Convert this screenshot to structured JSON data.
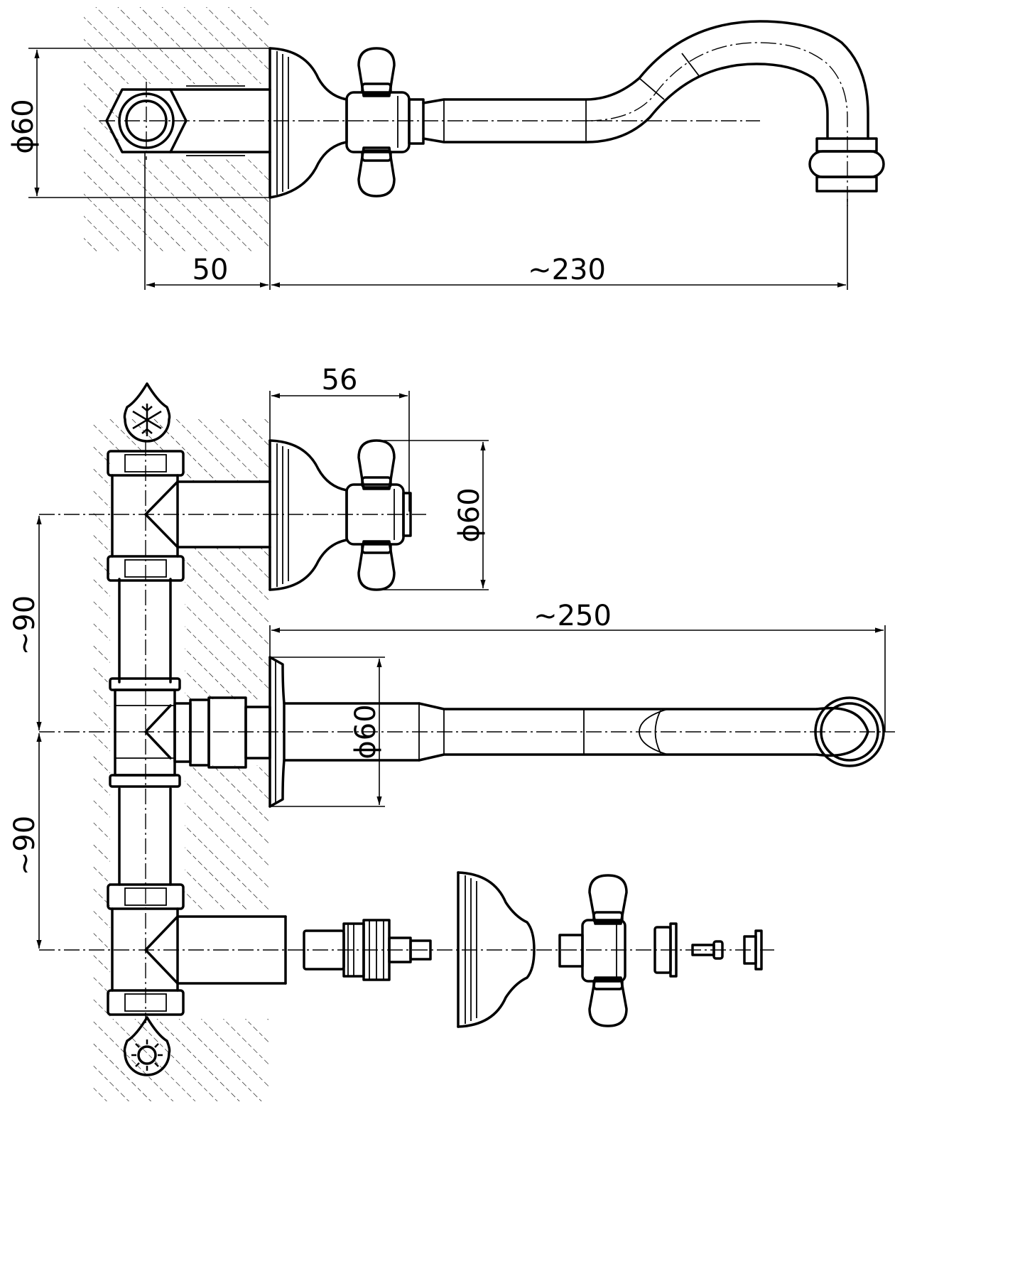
{
  "dimensions": {
    "top_diameter": "ϕ60",
    "top_depth": "50",
    "top_reach": "~230",
    "handle_width": "56",
    "handle_diameter": "ϕ60",
    "spout_reach": "~250",
    "spout_diameter": "ϕ60",
    "spacing_upper": "~90",
    "spacing_lower": "~90"
  },
  "icons": {
    "cold": "snowflake-drop-icon",
    "hot": "sun-drop-icon"
  },
  "colors": {
    "line": "#000000",
    "background": "#ffffff"
  }
}
